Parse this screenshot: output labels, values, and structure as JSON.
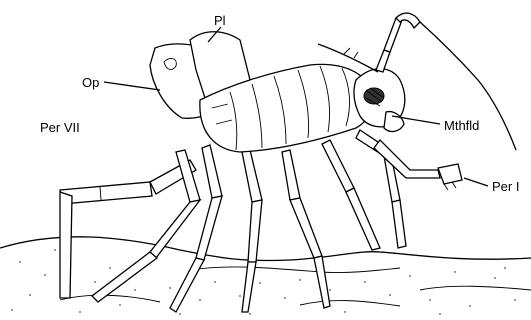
{
  "figure": {
    "labels": {
      "pl": "Pl",
      "op": "Op",
      "per_vii": "Per VII",
      "mthfld": "Mthfld",
      "per_i": "Per I"
    },
    "colors": {
      "ink": "#000000",
      "background": "#ffffff"
    }
  }
}
